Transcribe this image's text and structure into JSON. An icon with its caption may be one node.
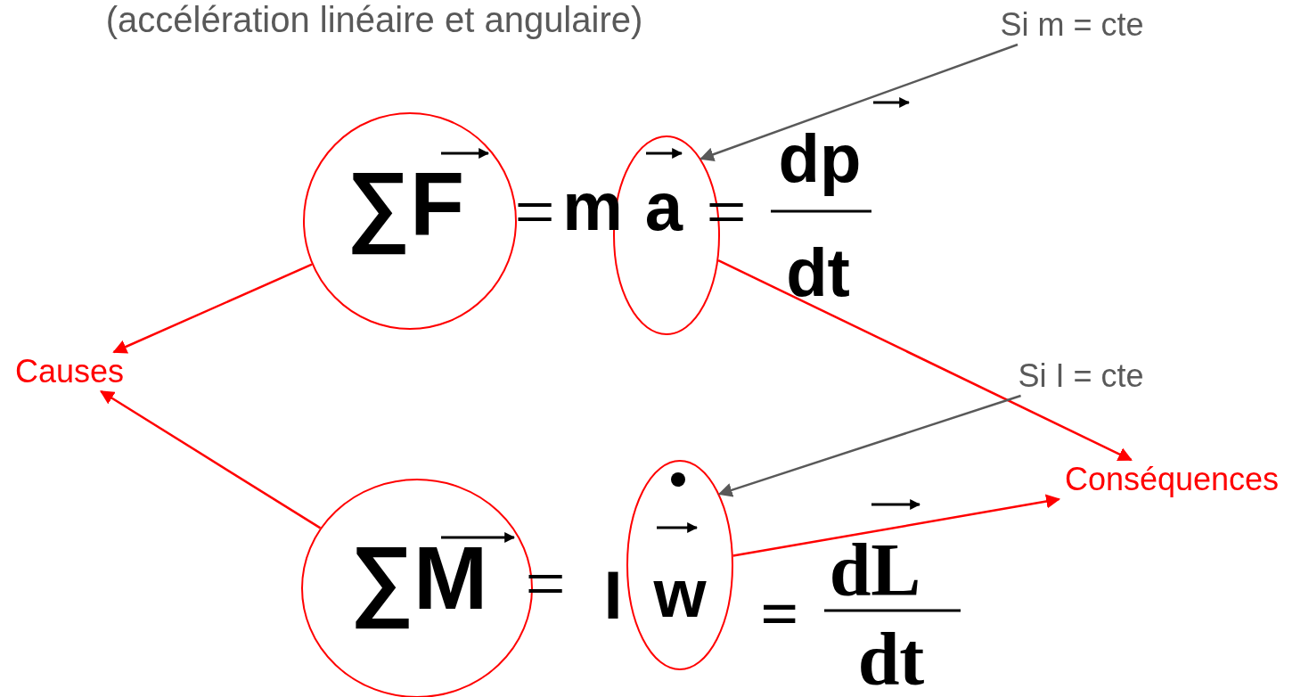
{
  "diagram": {
    "nodes": [
      {
        "text": [
          "∑F"
        ]
      },
      {
        "text": [
          "a"
        ]
      },
      {
        "text": [
          "Si m = cte"
        ]
      },
      {
        "text": [
          "Causes"
        ]
      },
      {
        "text": [
          "Si I = cte"
        ]
      },
      {
        "text": [
          "Conséquences"
        ]
      },
      {
        "text": [
          "∑M"
        ]
      },
      {
        "text": [
          "w"
        ]
      }
    ],
    "edges": [
      {
        "from": 0,
        "to": 3,
        "arrow": "to"
      },
      {
        "from": 6,
        "to": 3,
        "arrow": "to"
      },
      {
        "from": 1,
        "to": 5,
        "arrow": "to"
      },
      {
        "from": 7,
        "to": 5,
        "arrow": "to"
      },
      {
        "from": 2,
        "to": 1,
        "arrow": "to",
        "color": "#595959"
      },
      {
        "from": 4,
        "to": 7,
        "arrow": "to",
        "color": "#595959"
      }
    ],
    "labels": [
      "(accélération linéaire et angulaire)",
      "=",
      "m",
      "=",
      "dp",
      "dt",
      "=",
      "I",
      "=",
      "dL",
      "dt"
    ]
  }
}
